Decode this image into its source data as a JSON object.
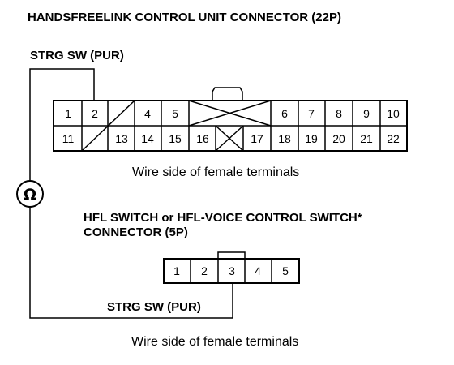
{
  "main_title": "HANDSFREELINK CONTROL UNIT CONNECTOR (22P)",
  "top_wire_label": "STRG SW (PUR)",
  "top_connector_caption": "Wire side of female terminals",
  "meter_symbol": "Ω",
  "bottom_title_line1": "HFL SWITCH or HFL-VOICE CONTROL SWITCH*",
  "bottom_title_line2": "CONNECTOR (5P)",
  "bottom_wire_label": "STRG SW (PUR)",
  "bottom_connector_caption": "Wire side of female terminals",
  "connector_22p": {
    "row1": [
      "1",
      "2",
      "",
      "4",
      "5",
      "",
      "6",
      "7",
      "8",
      "9",
      "10"
    ],
    "row2": [
      "11",
      "",
      "13",
      "14",
      "15",
      "16",
      "",
      "17",
      "18",
      "19",
      "20",
      "21",
      "22"
    ]
  },
  "connector_5p": {
    "pins": [
      "1",
      "2",
      "3",
      "4",
      "5"
    ]
  }
}
